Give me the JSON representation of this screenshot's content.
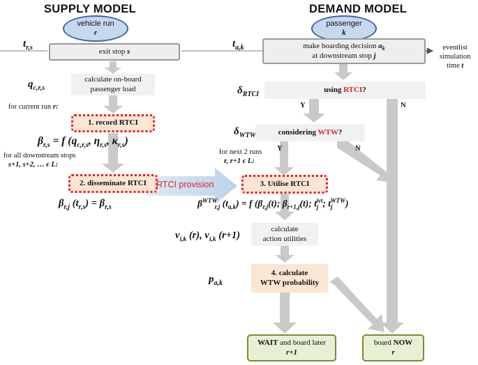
{
  "headers": {
    "supply": "SUPPLY MODEL",
    "demand": "DEMAND MODEL"
  },
  "supply": {
    "vehicle_run": {
      "line1": "vehicle run",
      "line2": "r"
    },
    "t_rs": "t_r,s",
    "exit_stop": {
      "prefix": "exit stop ",
      "var": "s"
    },
    "q_crs": "q_c,r,s",
    "calc_load": {
      "line1": "calculate on-board",
      "line2": "passenger load"
    },
    "for_current_run": {
      "prefix": "for current run ",
      "var": "r:"
    },
    "record": "1. record RTCI",
    "beta_formula": "β_r,s = f (q_c,r,s, η_r,s, κ_r,s)",
    "for_all_downstream": {
      "line1": "for all downstream stops",
      "line2": "s+1, s+2, … ϵ L:"
    },
    "disseminate": "2. disseminate RTCI",
    "beta_rj": "β_r,j (t_r,s) = β_r,s"
  },
  "provision": {
    "red": "RTCI",
    "rest": " provision"
  },
  "demand": {
    "passenger": {
      "line1": "passenger",
      "line2": "k"
    },
    "t_ak": "t_a,k",
    "decision": {
      "line1_prefix": "make boarding decision ",
      "line1_var": "a",
      "line1_sub": "k",
      "line2_prefix": "at downstream stop ",
      "line2_var": "j"
    },
    "eventlist": {
      "line1": "eventlist",
      "line2": "simulation",
      "line3_prefix": "time ",
      "line3_var": "t"
    },
    "delta_rtci": "δ_RTCI",
    "using": {
      "prefix": "using ",
      "red": "RTCI",
      "suffix": "?"
    },
    "delta_wtw": "δ_WTW",
    "considering": {
      "prefix": "considering ",
      "red": "WTW",
      "suffix": "?"
    },
    "yes": "Y",
    "no": "N",
    "for_next_2_runs": {
      "line1": "for next 2 runs",
      "line2": "r, r+1  ϵ L:"
    },
    "utilise": "3. Utilise RTCI",
    "beta_wtw_formula": "β^WTW_r,j (t_a,k) = f (β_r,j(t); β_r+1,j(t); t_j^ivt; t_j^WTW)",
    "v_label": "v_i,k (r), v_i,k (r+1)",
    "calc_utilities": {
      "line1": "calculate",
      "line2": "action utilities"
    },
    "p_ak": "p_a,k",
    "calc_prob": {
      "line1": "4. calculate",
      "line2": "WTW probability"
    },
    "wait": {
      "strong": "WAIT",
      "rest": " and board later",
      "line2": "r+1"
    },
    "board_now": {
      "prefix": "board ",
      "strong": "NOW",
      "line2": "r"
    }
  },
  "colors": {
    "arrow_gray": "#c9c9c9",
    "box_gray": "#eeeeee",
    "box_border": "#9a9a9a",
    "rtci_red": "#e0222a",
    "peach": "#fbe6d3",
    "green_fill": "#e7efd4",
    "green_border": "#6f8f33",
    "ellipse_fill": "#c6d8ee",
    "ellipse_border": "#3d64a2",
    "provision_arrow": "#c6daf0"
  }
}
